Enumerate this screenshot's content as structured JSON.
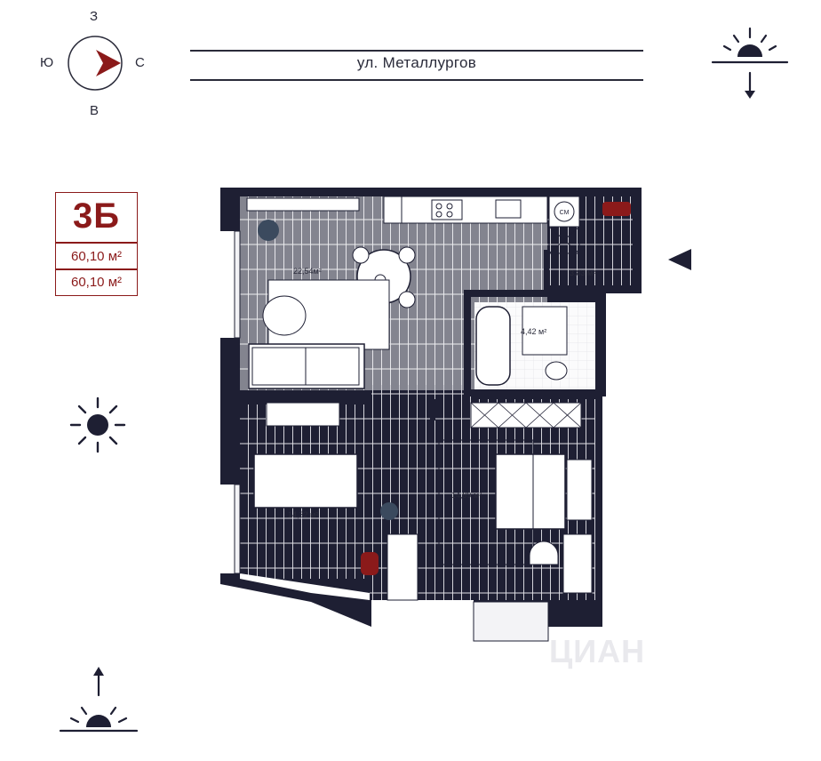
{
  "compass": {
    "north": "З",
    "south": "В",
    "west": "Ю",
    "east": "С"
  },
  "street": {
    "name": "ул. Металлургов"
  },
  "unit": {
    "code": "3Б",
    "total_area": "60,10 м²",
    "living_area": "60,10 м²"
  },
  "rooms": {
    "kitchen_living": "22,54м²",
    "hallway": "3,83 м²",
    "bathroom": "4,42 м²",
    "bedroom_left": "14,32 м²",
    "bedroom_right": "14,99 м²"
  },
  "appliances": {
    "washing_machine": "СМ"
  },
  "watermark": "ЦИАН",
  "colors": {
    "wall": "#1e1f33",
    "accent": "#8b1a1a",
    "floor_lines": "#d8d8de",
    "text": "#2a2b3a"
  },
  "icons": [
    "compass-icon",
    "sunset-icon",
    "sun-icon",
    "sunrise-icon",
    "entrance-arrow-icon"
  ]
}
